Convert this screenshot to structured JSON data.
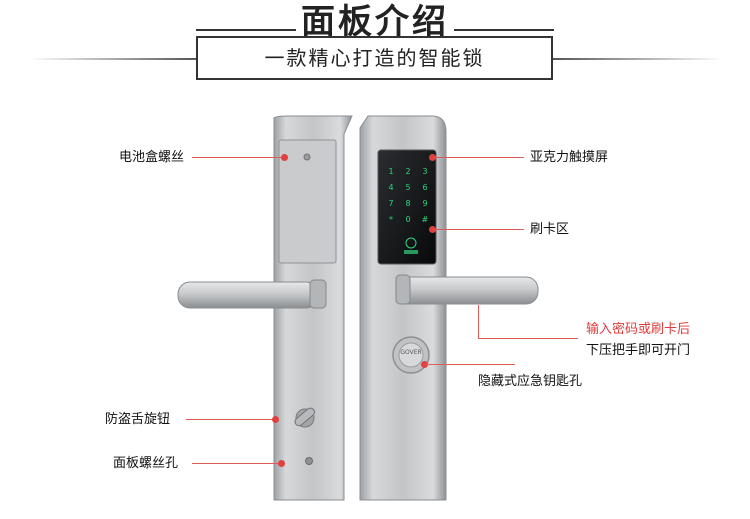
{
  "header": {
    "title": "面板介绍",
    "subtitle": "一款精心打造的智能锁"
  },
  "callouts": {
    "battery_screw": "电池盒螺丝",
    "anti_theft_knob": "防盗舌旋钮",
    "panel_screw_hole": "面板螺丝孔",
    "touch_screen": "亚克力触摸屏",
    "card_area": "刷卡区",
    "open_line1": "输入密码或刷卡后",
    "open_line2": "下压把手即可开门",
    "emergency_key": "隐藏式应急钥匙孔"
  },
  "lock": {
    "keypad": [
      "1",
      "2",
      "3",
      "4",
      "5",
      "6",
      "7",
      "8",
      "9",
      "*",
      "0",
      "#"
    ],
    "keyhole_brand": "GOVER"
  },
  "colors": {
    "accent_red": "#e04040",
    "key_green": "#2fd47a",
    "steel": "#b9bbbd"
  }
}
